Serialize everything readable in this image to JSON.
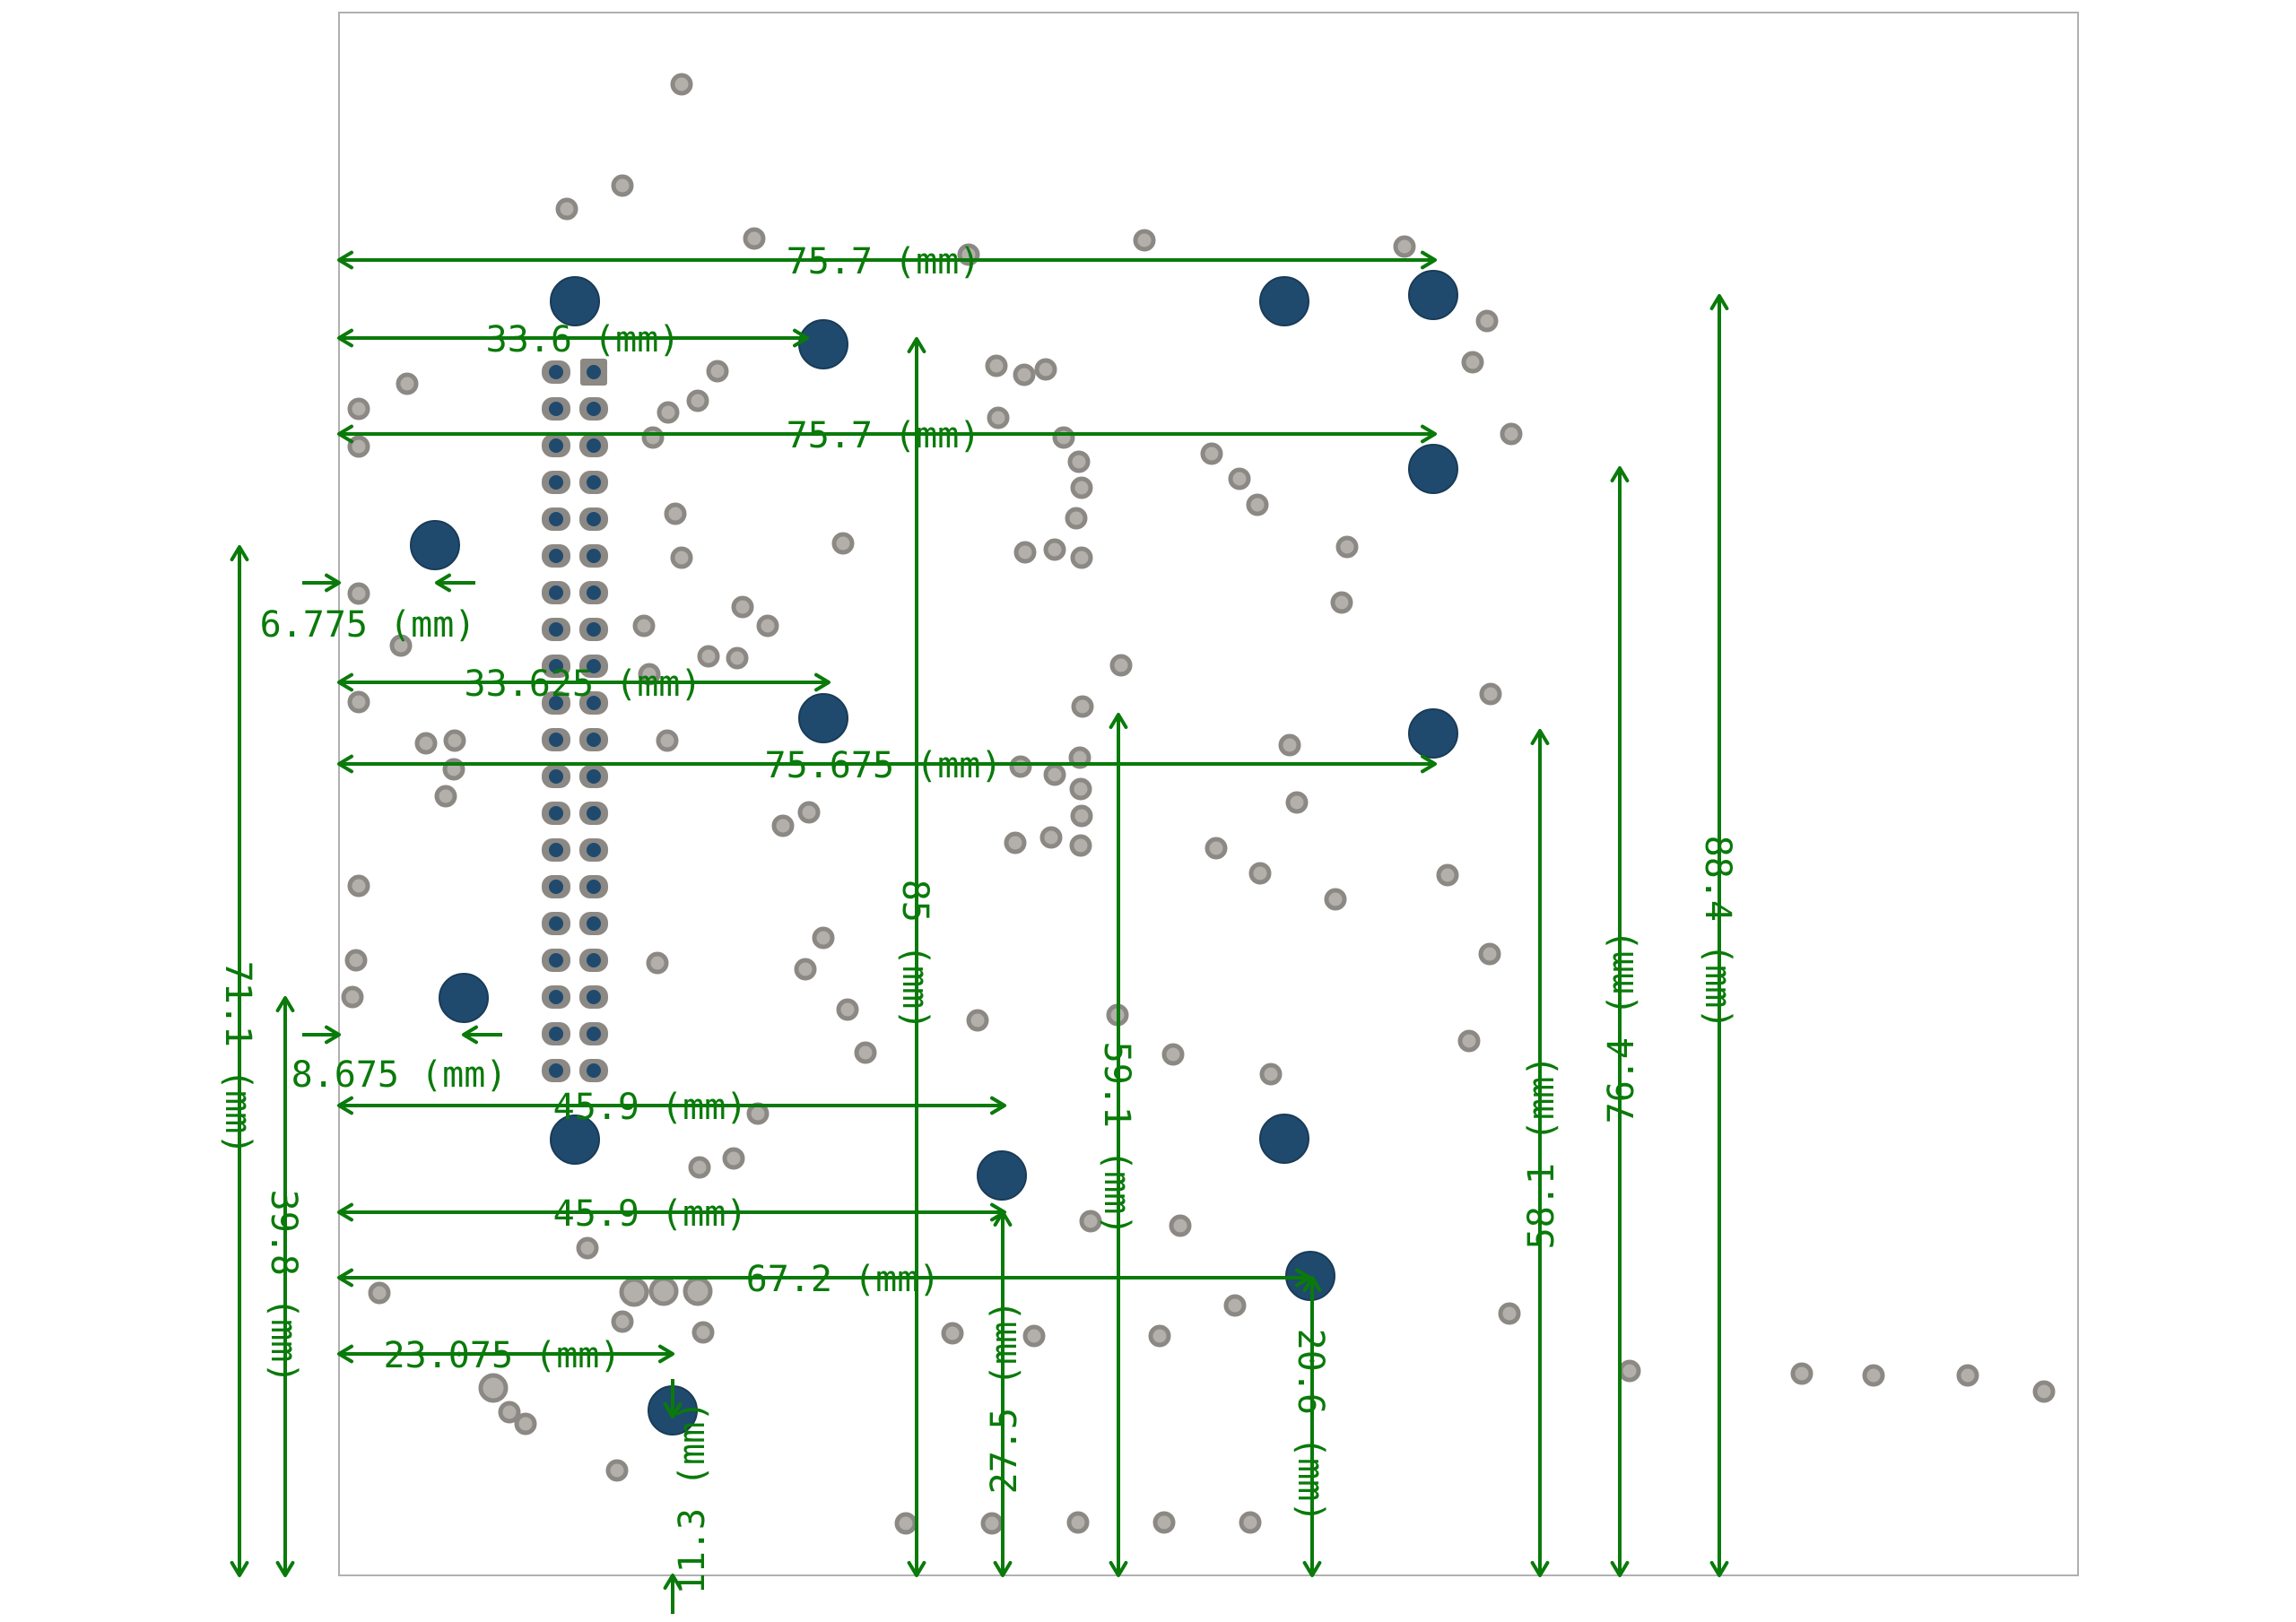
{
  "diagram": {
    "type": "pcb-dimension-drawing",
    "colors": {
      "dimension": "#0a7a0a",
      "mounting_hole": "#1f4a6e",
      "via": "#b3b0ac",
      "outline": "#b0b0b0"
    },
    "horizontal_dimensions": [
      {
        "label": "75.7 (mm)"
      },
      {
        "label": "33.6 (mm)"
      },
      {
        "label": "75.7 (mm)"
      },
      {
        "label": "6.775 (mm)"
      },
      {
        "label": "33.625 (mm)"
      },
      {
        "label": "75.675 (mm)"
      },
      {
        "label": "8.675 (mm)"
      },
      {
        "label": "45.9 (mm)"
      },
      {
        "label": "45.9 (mm)"
      },
      {
        "label": "67.2 (mm)"
      },
      {
        "label": "23.075 (mm)"
      }
    ],
    "vertical_dimensions": [
      {
        "label": "71.1 (mm)"
      },
      {
        "label": "39.8 (mm)"
      },
      {
        "label": "11.3 (mm)"
      },
      {
        "label": "85 (mm)"
      },
      {
        "label": "27.5 (mm)"
      },
      {
        "label": "59.1 (mm)"
      },
      {
        "label": "20.6 (mm)"
      },
      {
        "label": "58.1 (mm)"
      },
      {
        "label": "76.4 (mm)"
      },
      {
        "label": "88.4 (mm)"
      }
    ],
    "header_connector": {
      "rows": 20,
      "columns": 2
    }
  }
}
